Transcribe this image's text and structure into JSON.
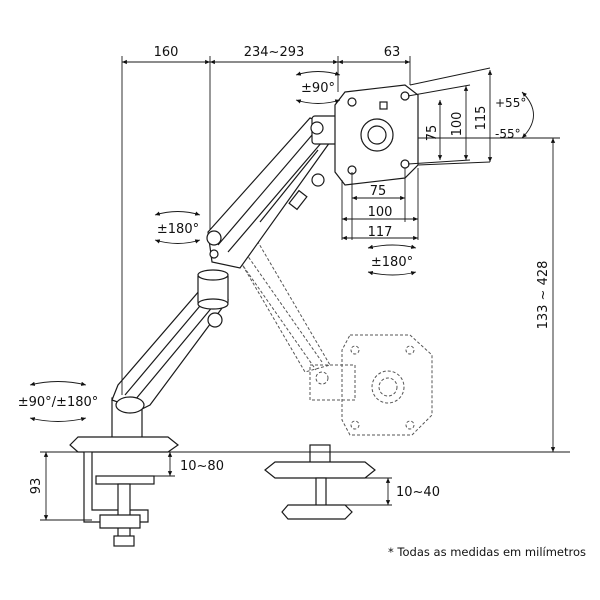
{
  "dimensions": {
    "top_left_width": "160",
    "arm_reach": "234~293",
    "plate_offset": "63",
    "vesa_h_75": "75",
    "vesa_h_100": "100",
    "plate_width": "117",
    "vesa_v_75": "75",
    "vesa_v_100": "100",
    "plate_height": "115",
    "height_range": "133 ~ 428",
    "clamp_height": "93",
    "desk_clamp_range": "10~80",
    "grommet_range": "10~40"
  },
  "rotations": {
    "head_swivel": "±90°",
    "tilt_up": "+55°",
    "tilt_down": "-55°",
    "elbow": "±180°",
    "plate_rotation": "±180°",
    "base": "±90°/±180°"
  },
  "footnote": "* Todas as medidas em milímetros",
  "colors": {
    "line": "#1a1a1a",
    "dashed": "#555555",
    "background": "#ffffff"
  }
}
